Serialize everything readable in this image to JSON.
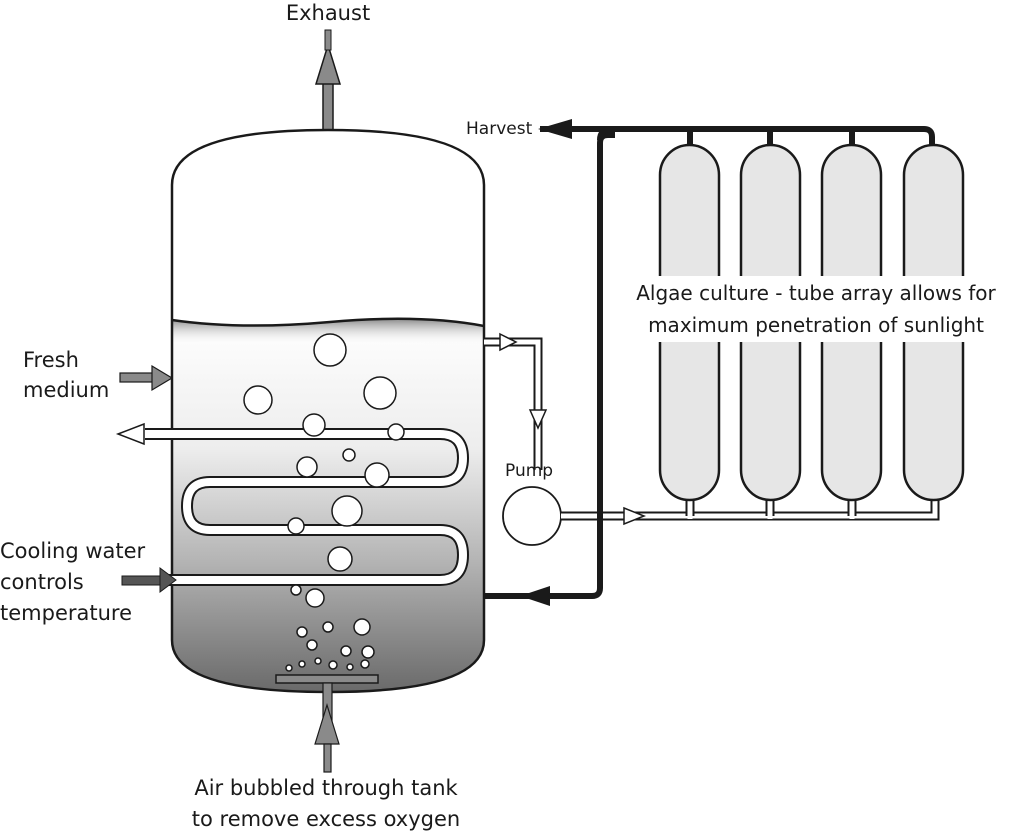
{
  "labels": {
    "exhaust": "Exhaust",
    "harvest": "Harvest",
    "fresh_medium_1": "Fresh",
    "fresh_medium_2": "medium",
    "pump": "Pump",
    "algae_1": "Algae culture - tube array allows for",
    "algae_2": "maximum penetration of sunlight",
    "cooling_1": "Cooling water",
    "cooling_2": "controls",
    "cooling_3": "temperature",
    "air_1": "Air bubbled through tank",
    "air_2": "to remove excess oxygen"
  },
  "colors": {
    "outline": "#1a1a1a",
    "pipe_gray": "#8a8a8a",
    "tube_fill": "#e6e6e6",
    "liquid_top": "#ffffff",
    "liquid_bottom": "#6e6e6e"
  }
}
